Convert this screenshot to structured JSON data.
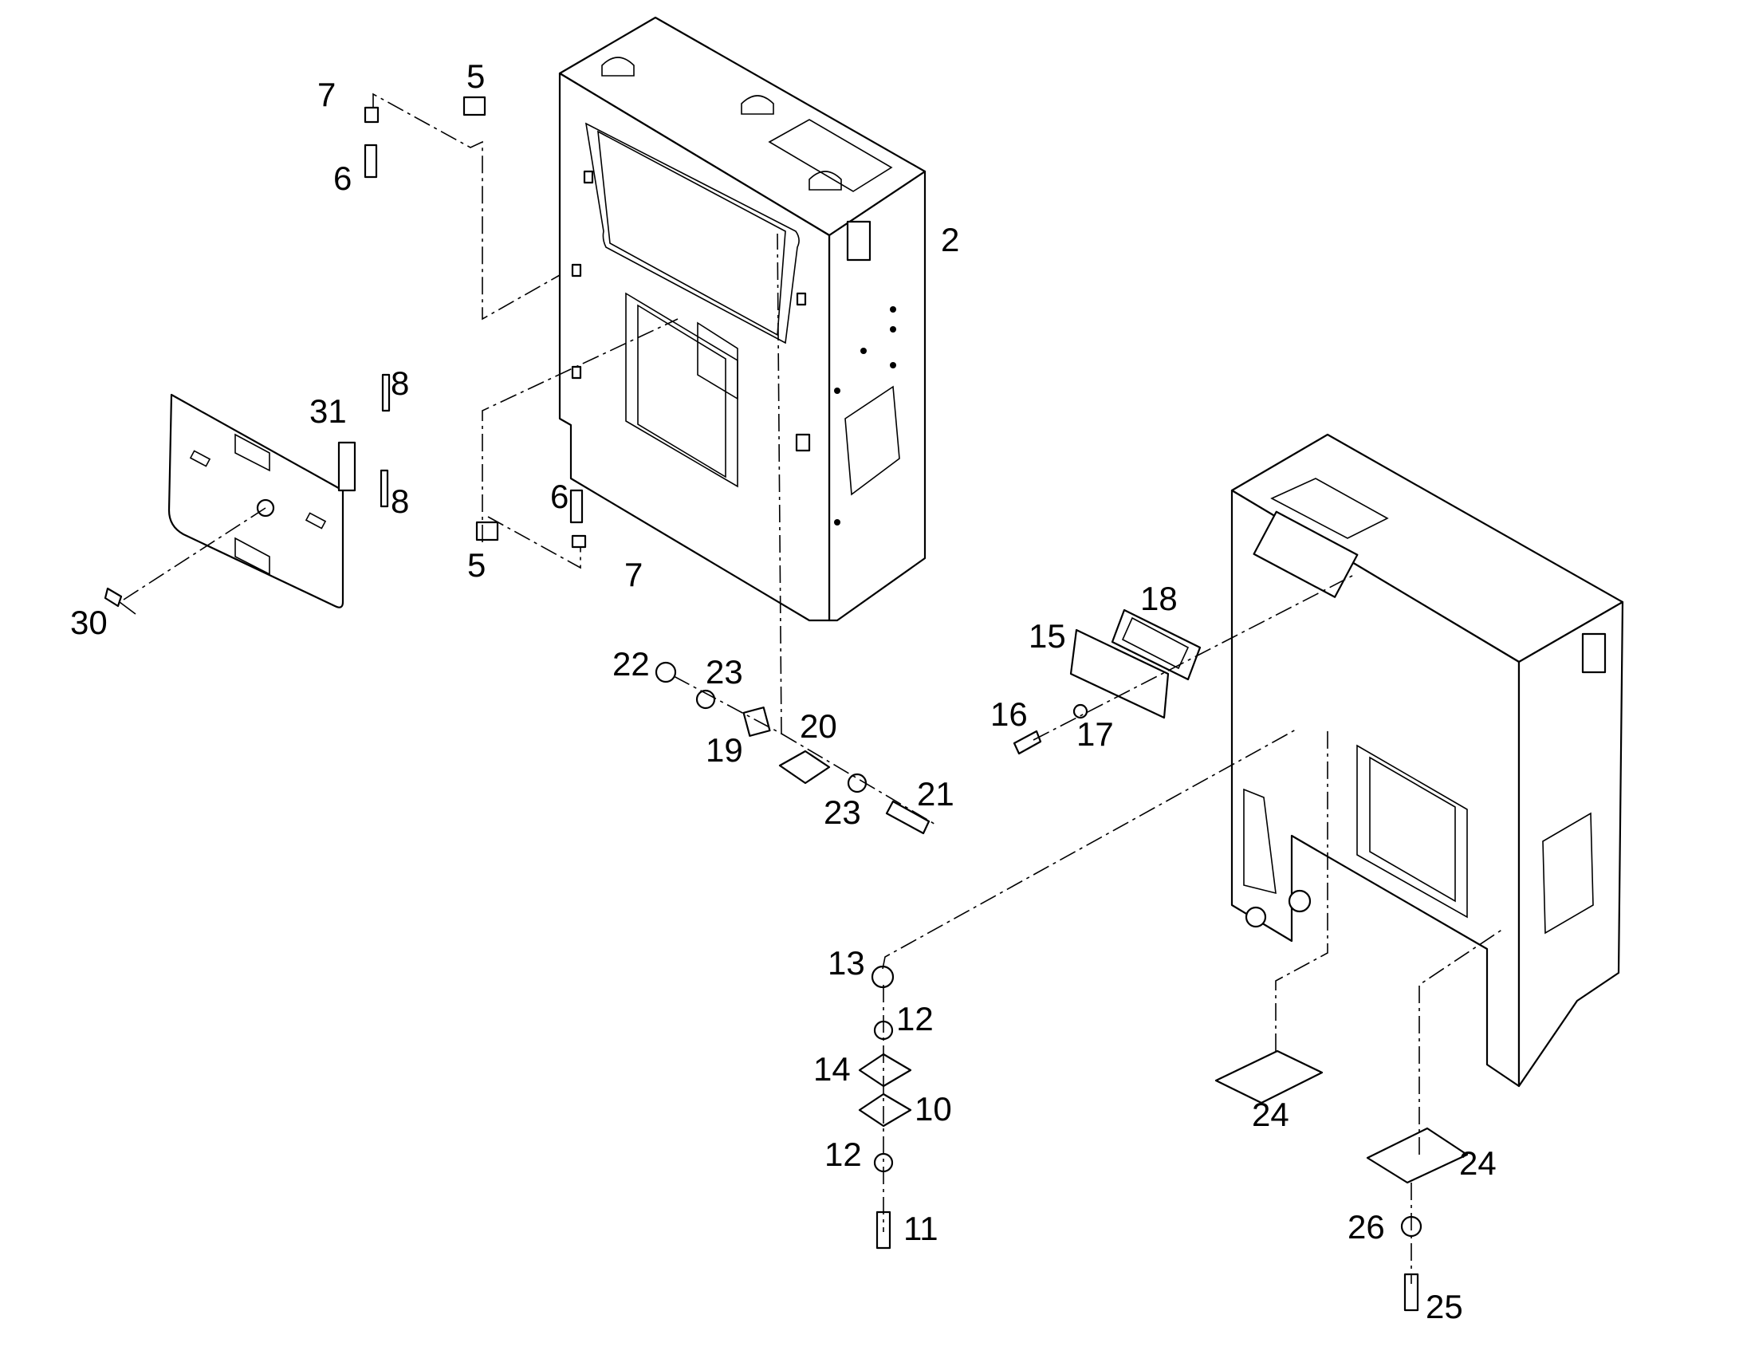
{
  "callouts": [
    {
      "id": "c2",
      "text": "2"
    },
    {
      "id": "c5a",
      "text": "5"
    },
    {
      "id": "c5b",
      "text": "5"
    },
    {
      "id": "c6a",
      "text": "6"
    },
    {
      "id": "c6b",
      "text": "6"
    },
    {
      "id": "c7a",
      "text": "7"
    },
    {
      "id": "c7b",
      "text": "7"
    },
    {
      "id": "c8a",
      "text": "8"
    },
    {
      "id": "c8b",
      "text": "8"
    },
    {
      "id": "c10",
      "text": "10"
    },
    {
      "id": "c11",
      "text": "11"
    },
    {
      "id": "c12a",
      "text": "12"
    },
    {
      "id": "c12b",
      "text": "12"
    },
    {
      "id": "c13",
      "text": "13"
    },
    {
      "id": "c14",
      "text": "14"
    },
    {
      "id": "c15",
      "text": "15"
    },
    {
      "id": "c16",
      "text": "16"
    },
    {
      "id": "c17",
      "text": "17"
    },
    {
      "id": "c18",
      "text": "18"
    },
    {
      "id": "c19",
      "text": "19"
    },
    {
      "id": "c20",
      "text": "20"
    },
    {
      "id": "c21",
      "text": "21"
    },
    {
      "id": "c22",
      "text": "22"
    },
    {
      "id": "c23a",
      "text": "23"
    },
    {
      "id": "c23b",
      "text": "23"
    },
    {
      "id": "c24a",
      "text": "24"
    },
    {
      "id": "c24b",
      "text": "24"
    },
    {
      "id": "c25",
      "text": "25"
    },
    {
      "id": "c26",
      "text": "26"
    },
    {
      "id": "c30",
      "text": "30"
    },
    {
      "id": "c31",
      "text": "31"
    }
  ]
}
